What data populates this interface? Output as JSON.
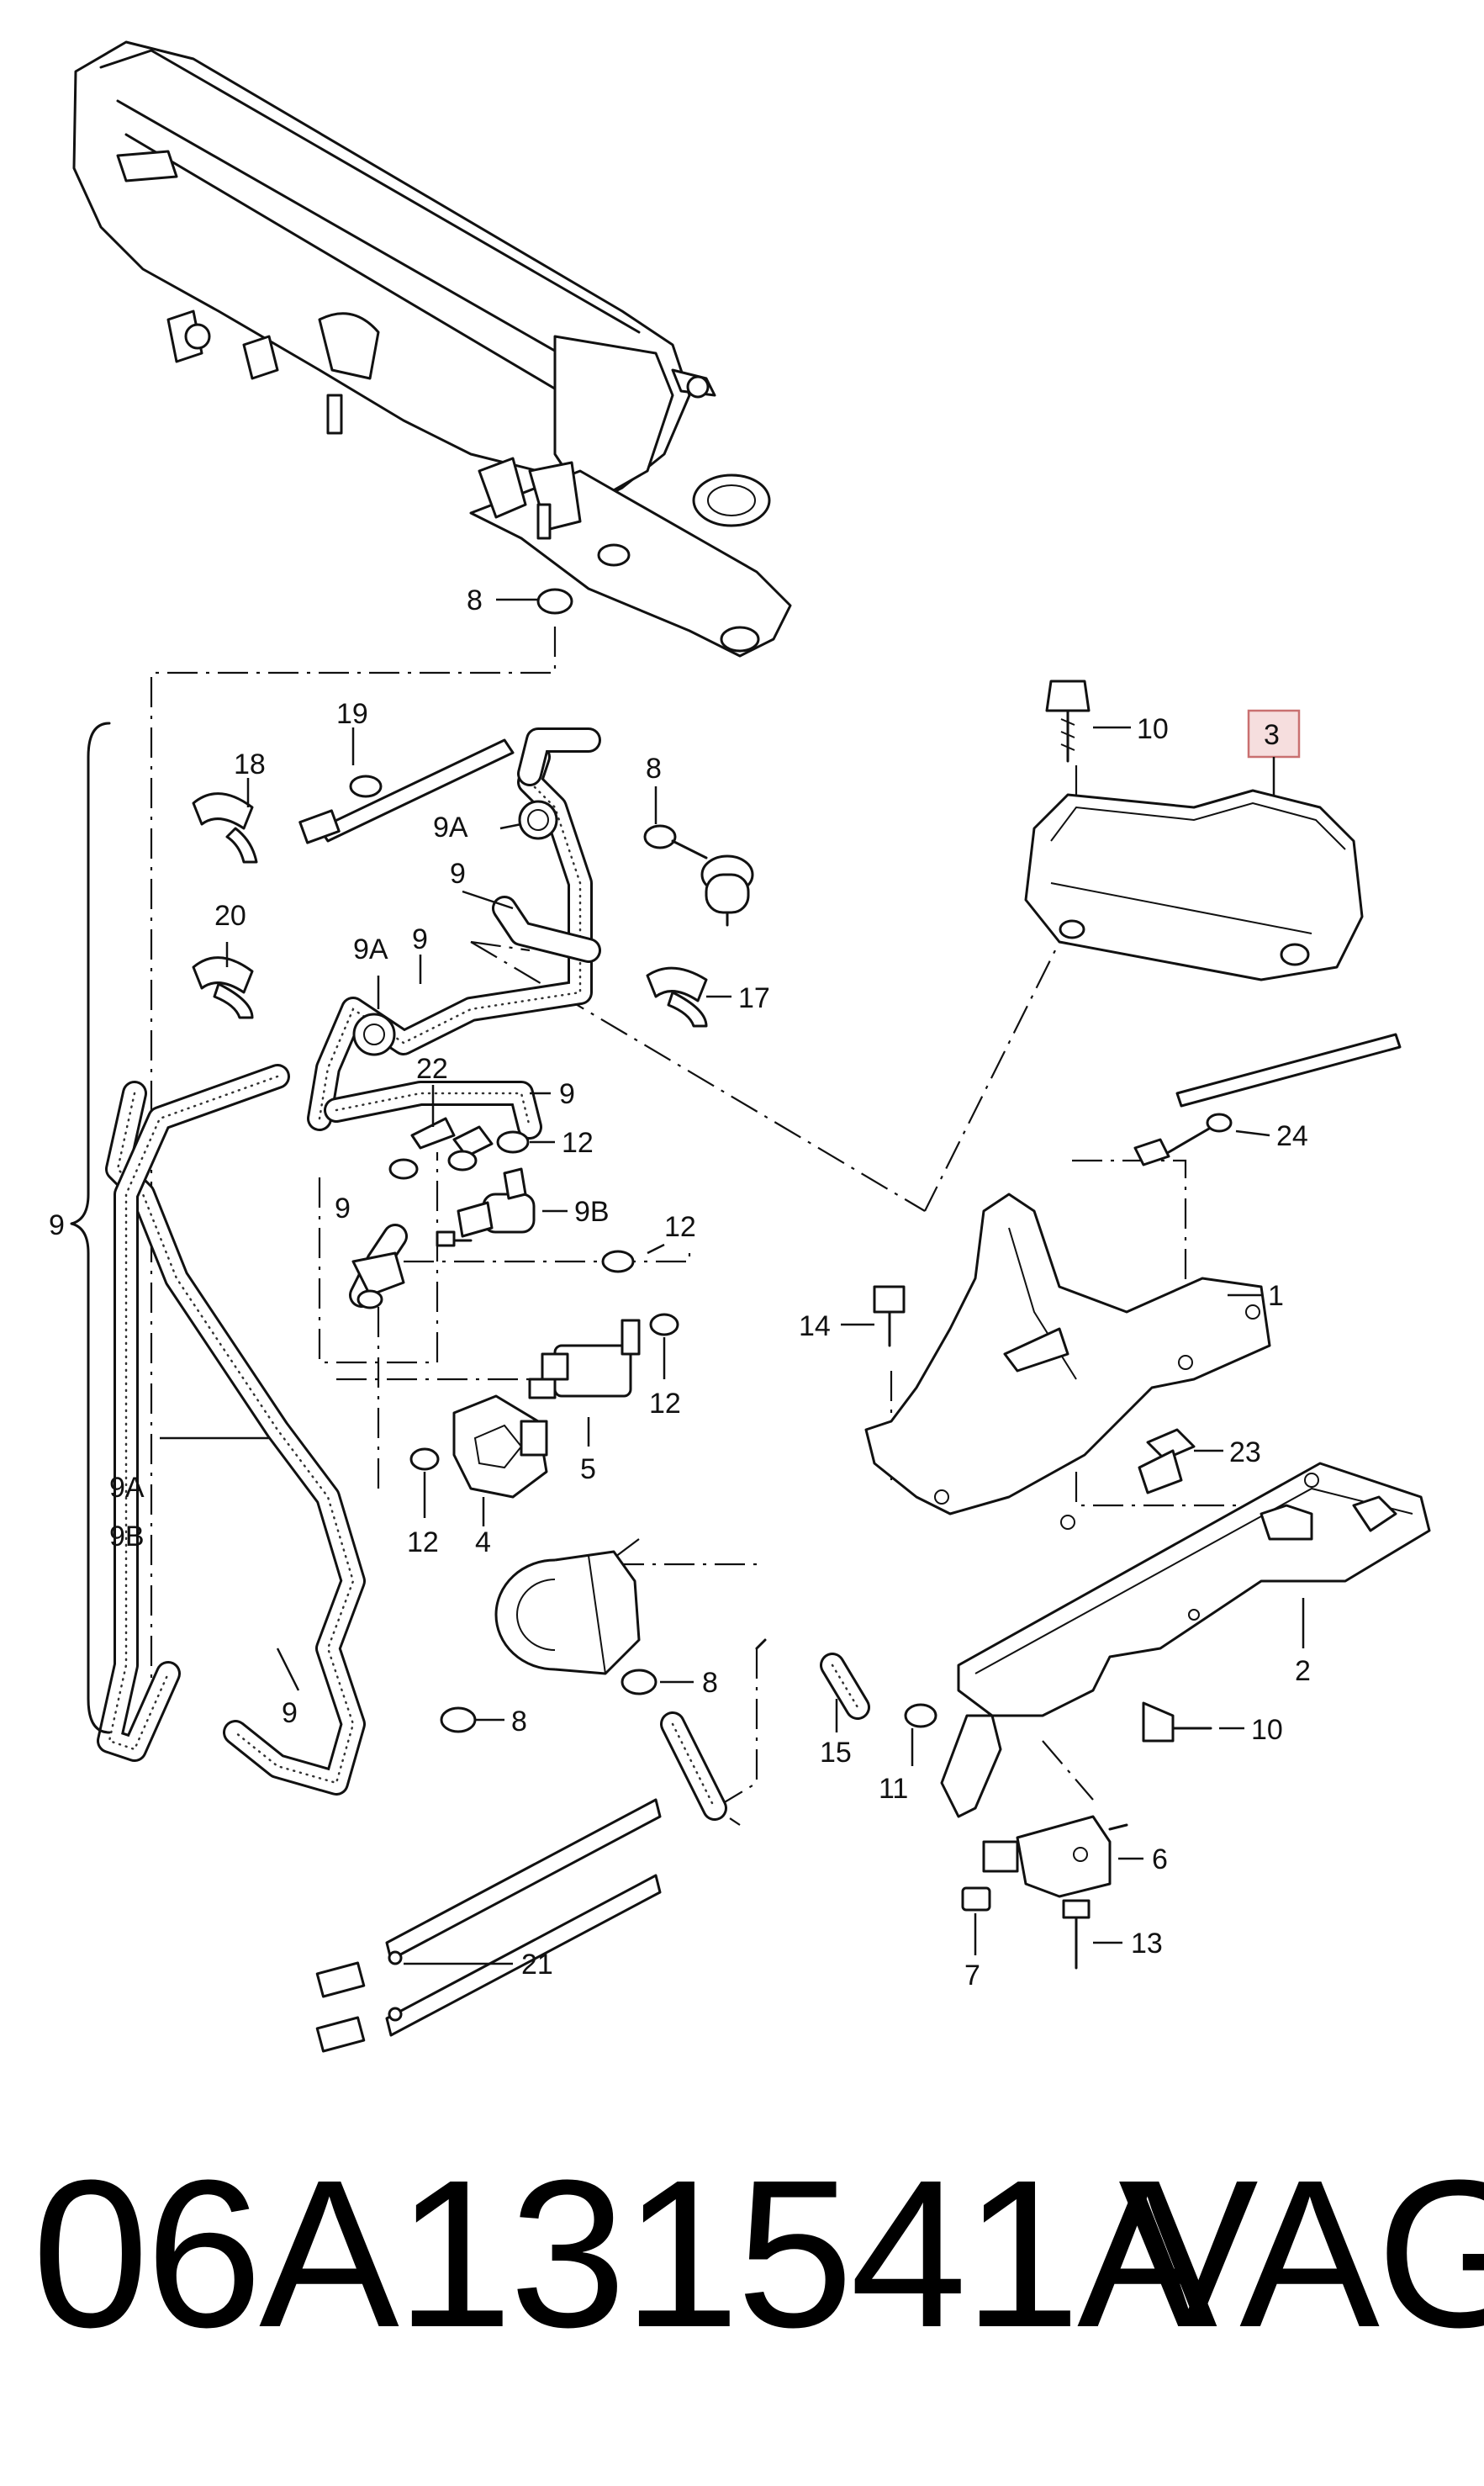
{
  "diagram": {
    "labels": {
      "p8_top": "8",
      "p19": "19",
      "p18": "18",
      "p9A_top": "9A",
      "p8_valve": "8",
      "p10_top": "10",
      "p3": "3",
      "p9_a": "9",
      "p20": "20",
      "p9A_mid": "9A",
      "p9_b": "9",
      "p17": "17",
      "p22": "22",
      "p9_c": "9",
      "p12_a": "12",
      "p9_bracket": "9",
      "p9_d": "9",
      "p9B_valve": "9B",
      "p12_b": "12",
      "p24": "24",
      "p1": "1",
      "p14": "14",
      "p12_c": "12",
      "p9A_left": "9A",
      "p9B_left": "9B",
      "p12_d": "12",
      "p4": "4",
      "p5": "5",
      "p23": "23",
      "p2": "2",
      "p8_canister": "8",
      "p8_clamp": "8",
      "p9_lower": "9",
      "p15": "15",
      "p11": "11",
      "p10_bottom": "10",
      "p6": "6",
      "p13": "13",
      "p7": "7",
      "p21": "21"
    }
  },
  "footer": {
    "part_number": "06A131541A",
    "brand": "VAG"
  },
  "colors": {
    "line": "#111111",
    "highlight_fill": "#f6dede",
    "highlight_border": "#c97070"
  }
}
